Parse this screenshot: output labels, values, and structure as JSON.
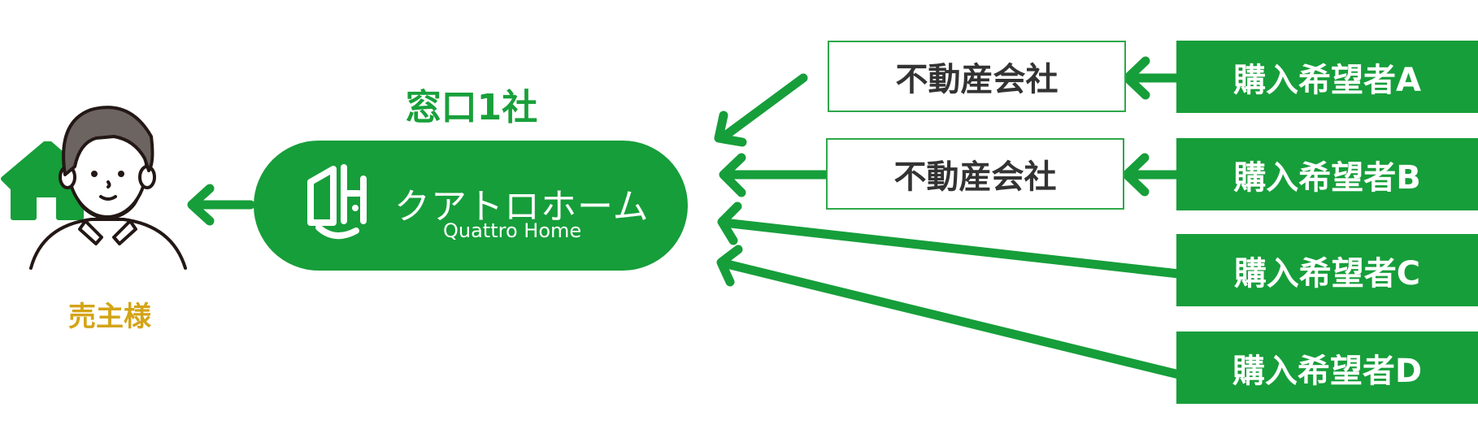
{
  "seller": {
    "label": "売主様",
    "icons": [
      "house-icon",
      "person-icon"
    ]
  },
  "window": {
    "label": "窓口1社"
  },
  "company": {
    "name_jp": "クアトロホーム",
    "name_en": "Quattro Home",
    "logo": "qh-logo-icon"
  },
  "agencies": [
    {
      "label": "不動産会社"
    },
    {
      "label": "不動産会社"
    }
  ],
  "buyers": [
    {
      "label": "購入希望者A"
    },
    {
      "label": "購入希望者B"
    },
    {
      "label": "購入希望者C"
    },
    {
      "label": "購入希望者D"
    }
  ],
  "colors": {
    "green": "#169e3a",
    "gold": "#d4a417",
    "text": "#333333"
  }
}
